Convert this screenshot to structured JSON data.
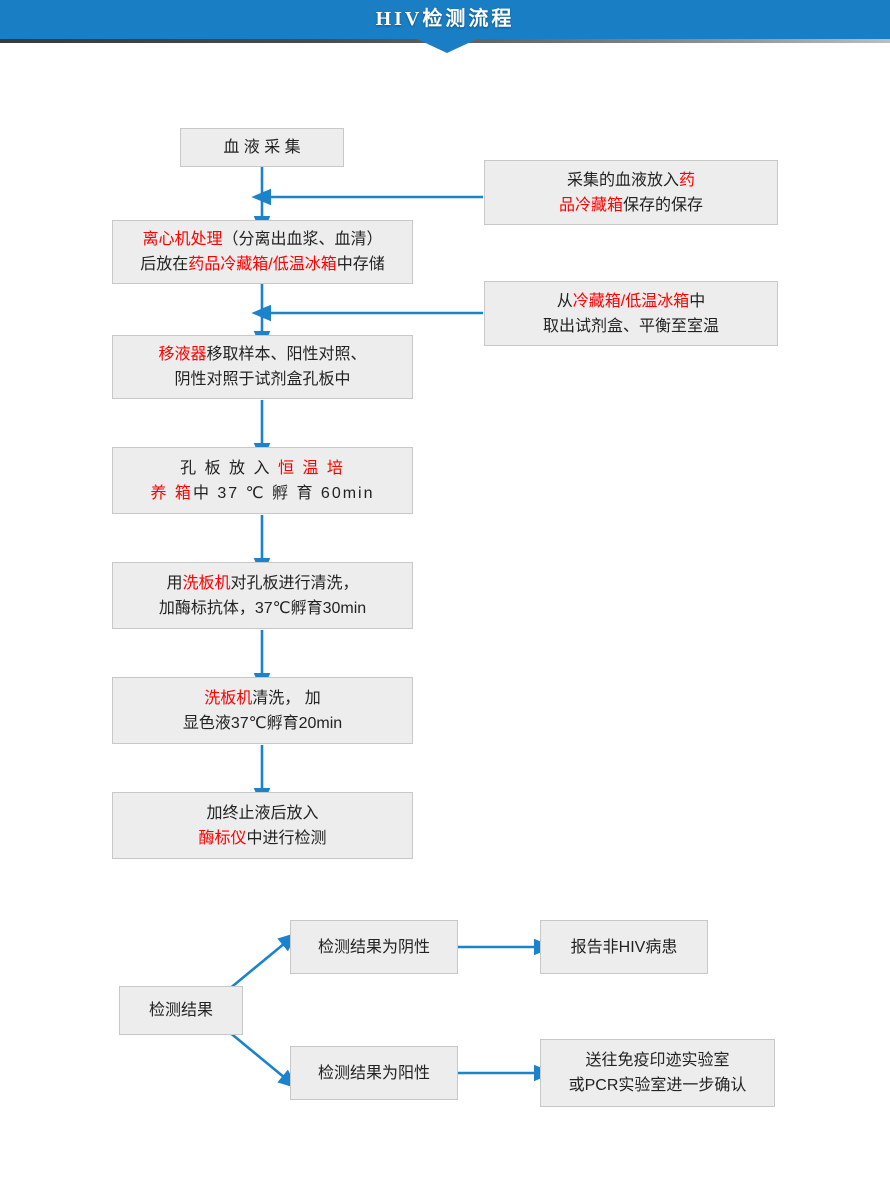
{
  "header": {
    "title": "HIV检测流程",
    "banner_color": "#1a7ec4",
    "title_color": "#ffffff"
  },
  "theme": {
    "box_fill": "#ededed",
    "box_border": "#c8c8c8",
    "arrow_color": "#1b82cc",
    "highlight_color": "#ff0000",
    "text_color": "#222222"
  },
  "flow": {
    "main_steps": [
      {
        "id": "blood-collection",
        "lines": [
          [
            {
              "t": "血 液 采 集",
              "red": false
            }
          ]
        ],
        "plain_text": "血液采集"
      },
      {
        "id": "centrifuge",
        "lines": [
          [
            {
              "t": "离心机处理",
              "red": true
            },
            {
              "t": "（分离出血浆、血清）",
              "red": false
            }
          ],
          [
            {
              "t": "后放在",
              "red": false
            },
            {
              "t": "药品冷藏箱/低温冰箱",
              "red": true
            },
            {
              "t": "中存储",
              "red": false
            }
          ]
        ],
        "plain_text": "离心机处理（分离出血浆、血清）后放在药品冷藏箱/低温冰箱中存储"
      },
      {
        "id": "pipette",
        "lines": [
          [
            {
              "t": "移液器",
              "red": true
            },
            {
              "t": "移取样本、阳性对照、",
              "red": false
            }
          ],
          [
            {
              "t": "阴性对照于试剂盒孔板中",
              "red": false
            }
          ]
        ],
        "plain_text": "移液器移取样本、阳性对照、阴性对照于试剂盒孔板中"
      },
      {
        "id": "incubate-60min",
        "lines": [
          [
            {
              "t": "孔 板 放 入 ",
              "red": false
            },
            {
              "t": "恒 温 培",
              "red": true
            }
          ],
          [
            {
              "t": "养 箱",
              "red": true
            },
            {
              "t": "中 37 ℃ 孵 育 60min",
              "red": false
            }
          ]
        ],
        "plain_text": "孔板放入恒温培养箱中37℃孵育60min"
      },
      {
        "id": "wash-enzyme-30min",
        "lines": [
          [
            {
              "t": "用",
              "red": false
            },
            {
              "t": "洗板机",
              "red": true
            },
            {
              "t": "对孔板进行清洗，",
              "red": false
            }
          ],
          [
            {
              "t": "加酶标抗体，37℃孵育30min",
              "red": false
            }
          ]
        ],
        "plain_text": "用洗板机对孔板进行清洗，加酶标抗体，37℃孵育30min"
      },
      {
        "id": "wash-chromogen-20min",
        "lines": [
          [
            {
              "t": "洗板机",
              "red": true
            },
            {
              "t": "清洗， 加",
              "red": false
            }
          ],
          [
            {
              "t": "显色液37℃孵育20min",
              "red": false
            }
          ]
        ],
        "plain_text": "洗板机清洗，加显色液37℃孵育20min"
      },
      {
        "id": "stop-solution-read",
        "lines": [
          [
            {
              "t": "加终止液后放入",
              "red": false
            }
          ],
          [
            {
              "t": "酶标仪",
              "red": true
            },
            {
              "t": "中进行检测",
              "red": false
            }
          ]
        ],
        "plain_text": "加终止液后放入酶标仪中进行检测"
      }
    ],
    "side_notes": [
      {
        "id": "blood-to-fridge",
        "lines": [
          [
            {
              "t": "采集的血液放入",
              "red": false
            },
            {
              "t": "药",
              "red": true
            }
          ],
          [
            {
              "t": "品冷藏箱",
              "red": true
            },
            {
              "t": "保存的保存",
              "red": false
            }
          ]
        ],
        "plain_text": "采集的血液放入药品冷藏箱保存的保存"
      },
      {
        "id": "kit-equilibrate",
        "lines": [
          [
            {
              "t": "从",
              "red": false
            },
            {
              "t": "冷藏箱/低温冰箱",
              "red": true
            },
            {
              "t": "中",
              "red": false
            }
          ],
          [
            {
              "t": "取出试剂盒、平衡至室温",
              "red": false
            }
          ]
        ],
        "plain_text": "从冷藏箱/低温冰箱中取出试剂盒、平衡至室温"
      }
    ],
    "results": {
      "decision": {
        "id": "test-result",
        "lines": [
          [
            {
              "t": "检测结果",
              "red": false
            }
          ]
        ],
        "plain_text": "检测结果"
      },
      "branches": [
        {
          "id": "result-negative",
          "lines": [
            [
              {
                "t": "检测结果为阴性",
                "red": false
              }
            ]
          ],
          "plain_text": "检测结果为阴性",
          "outcome": {
            "id": "report-non-hiv",
            "lines": [
              [
                {
                  "t": "报告非HIV病患",
                  "red": false
                }
              ]
            ],
            "plain_text": "报告非HIV病患"
          }
        },
        {
          "id": "result-positive",
          "lines": [
            [
              {
                "t": "检测结果为阳性",
                "red": false
              }
            ]
          ],
          "plain_text": "检测结果为阳性",
          "outcome": {
            "id": "confirm-lab",
            "lines": [
              [
                {
                  "t": "送往免疫印迹实验室",
                  "red": false
                }
              ],
              [
                {
                  "t": "或PCR实验室进一步确认",
                  "red": false
                }
              ]
            ],
            "plain_text": "送往免疫印迹实验室或PCR实验室进一步确认"
          }
        }
      ]
    }
  }
}
